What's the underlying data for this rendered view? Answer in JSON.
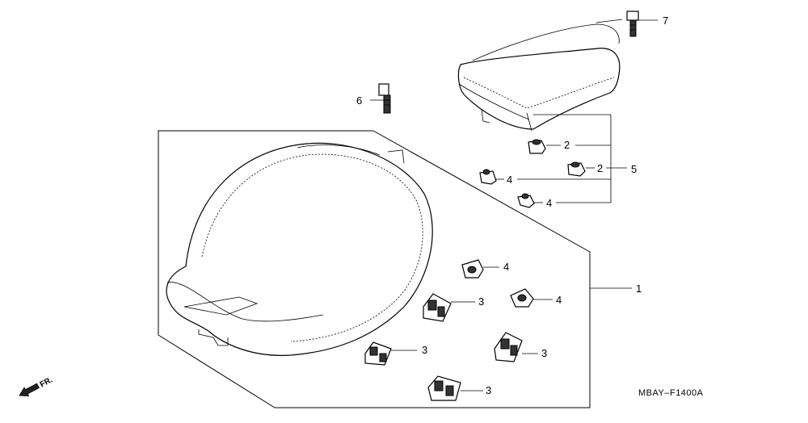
{
  "callouts": {
    "c1": "1",
    "c2a": "2",
    "c2b": "2",
    "c3a": "3",
    "c3b": "3",
    "c3c": "3",
    "c3d": "3",
    "c4a": "4",
    "c4b": "4",
    "c4c": "4",
    "c4d": "4",
    "c5": "5",
    "c6": "6",
    "c7": "7"
  },
  "front_marker": "FR.",
  "diagram_code": "MBAY–F1400A"
}
